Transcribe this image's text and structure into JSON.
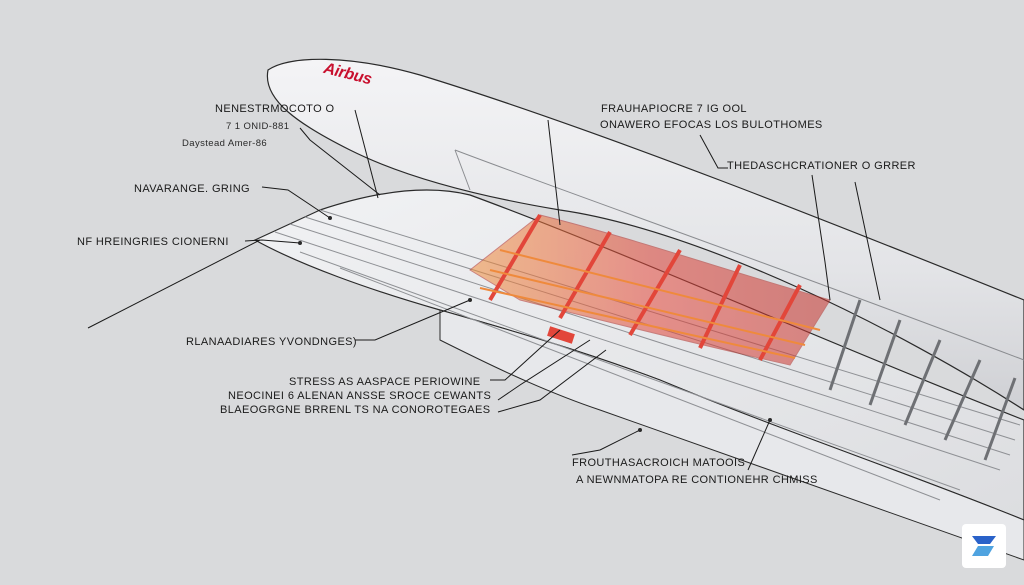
{
  "logo": {
    "text": "Airbus"
  },
  "labels": {
    "l1": "NENESTRMOCOTO O",
    "l2": "7 1 ONID-881",
    "l3": "Daystead Amer-86",
    "l4": "NAVARANGE. GRING",
    "l5": "NF HREINGRIES CIONERNI",
    "l6": "RLANAADIARES YVONDNGES)",
    "l7": "STRESS AS AASPACE PERIOWINE",
    "l8": "NEOCINEI 6 ALENAN ANSSE SROCE CEWANTS",
    "l9": "BLAEOGRGNE BRRENL TS NA CONOROTEGAES",
    "l10": "FRAUHAPIOCRE 7 IG OOL",
    "l11": "ONAWERO EFOCAS LOS BULOTHOMES",
    "l12": "THEDASCHCRATIONER O GRRER",
    "l13": "FROUTHASACROICH MATOOIS",
    "l14": "A NEWNMATOPA RE CONTIONEHR CHMISS"
  },
  "colors": {
    "background": "#d9dadc",
    "fuselage": "#e6e7ea",
    "wing": "#eeeff1",
    "rib_hot": "#e2463a",
    "rib_warm": "#ef8a3c",
    "structure": "#9a9ca0",
    "accent": "#c8102e",
    "badge_blue": "#2a62c9"
  },
  "badge": {
    "icon": "brand-logo-icon"
  }
}
